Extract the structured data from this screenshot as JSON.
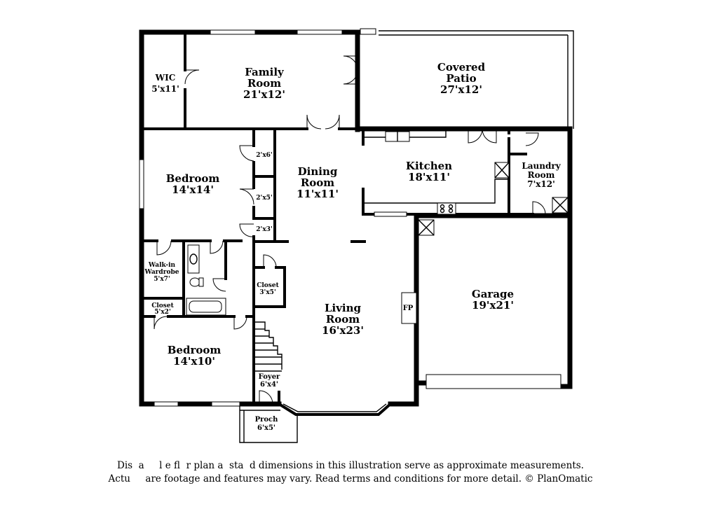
{
  "rooms": {
    "wic": {
      "name": "WIC",
      "size": "5'x11'"
    },
    "family_room": {
      "name_line1": "Family",
      "name_line2": "Room",
      "size": "21'x12'"
    },
    "covered_patio": {
      "name_line1": "Covered",
      "name_line2": "Patio",
      "size": "27'x12'"
    },
    "bedroom_top": {
      "name": "Bedroom",
      "size": "14'x14'"
    },
    "dining_room": {
      "name_line1": "Dining",
      "name_line2": "Room",
      "size": "11'x11'"
    },
    "kitchen": {
      "name": "Kitchen",
      "size": "18'x11'"
    },
    "laundry_room": {
      "name_line1": "Laundry",
      "name_line2": "Room",
      "size": "7'x12'"
    },
    "closet_2x6": {
      "size": "2'x6'"
    },
    "closet_2x5": {
      "size": "2'x5'"
    },
    "closet_2x3": {
      "size": "2'x3'"
    },
    "walkin_wardrobe": {
      "name_line1": "Walk-in",
      "name_line2": "Wardrobe",
      "size": "5'x7'"
    },
    "closet_center": {
      "name": "Closet",
      "size": "3'x5'"
    },
    "closet_small": {
      "name": "Closet",
      "size": "5'x2'"
    },
    "living_room": {
      "name_line1": "Living",
      "name_line2": "Room",
      "size": "16'x23'"
    },
    "garage": {
      "name": "Garage",
      "size": "19'x21'"
    },
    "fireplace": {
      "name": "FP"
    },
    "bedroom_bottom": {
      "name": "Bedroom",
      "size": "14'x10'"
    },
    "foyer": {
      "name": "Foyer",
      "size": "6'x4'"
    },
    "porch": {
      "name": "Proch",
      "size": "6'x5'"
    }
  },
  "disclaimer": {
    "line1": "Dis  a     l e fl  r plan a  sta  d dimensions in this illustration serve as approximate measurements.",
    "line2": "Actu     are footage and features may vary. Read terms and conditions for more detail. © PlanOmatic"
  }
}
